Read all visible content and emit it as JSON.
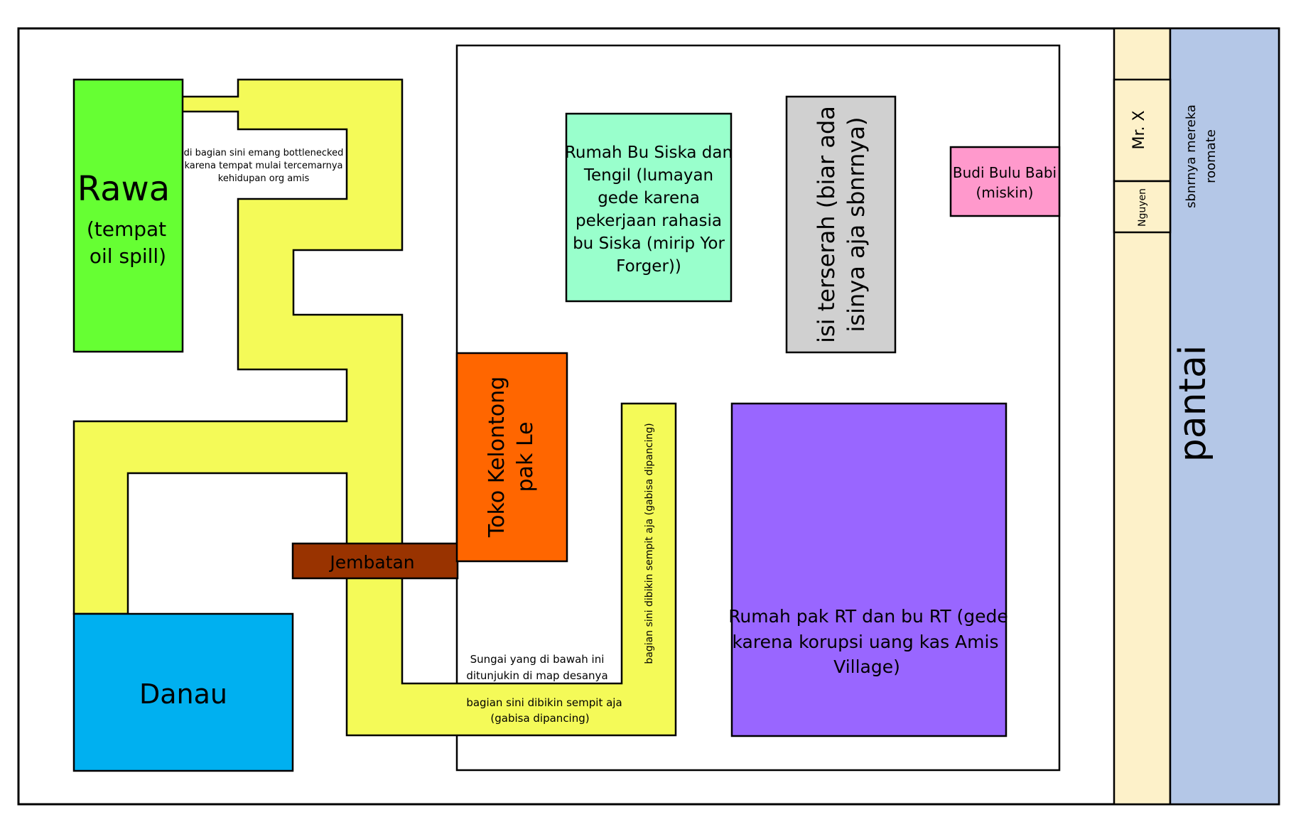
{
  "regions": {
    "rawa_title": "Rawa",
    "rawa_sub_1": "(tempat",
    "rawa_sub_2": "oil spill)",
    "danau": "Danau",
    "jembatan": "Jembatan",
    "toko_line_1": "Toko Kelontong",
    "toko_line_2": "pak Le",
    "siska_lines": [
      "Rumah Bu Siska dan",
      "Tengil (lumayan",
      "gede karena",
      "pekerjaan rahasia",
      "bu Siska (mirip Yor",
      "Forger))"
    ],
    "isi_line_1": "isi terserah (biar ada",
    "isi_line_2": "isinya aja sbnrnya)",
    "budi_line_1": "Budi Bulu Babi",
    "budi_line_2": "(miskin)",
    "rt_lines": [
      "Rumah pak RT dan bu RT (gede",
      "karena korupsi uang kas Amis",
      "Village)"
    ],
    "mr_x": "Mr. X",
    "nguyen": "Nguyen",
    "roommate_line_1": "sbnrnya mereka",
    "roommate_line_2": "roomate",
    "pantai": "pantai"
  },
  "notes": {
    "bottleneck_lines": [
      "di bagian sini emang bottlenecked",
      "karena tempat mulai tercemarnya",
      "kehidupan org amis"
    ],
    "sungai_lines": [
      "Sungai yang di bawah ini",
      "ditunjukin di map desanya"
    ],
    "sempit_bottom_lines": [
      "bagian sini dibikin sempit aja",
      "(gabisa dipancing)"
    ],
    "sempit_vertical": "bagian sini dibikin sempit aja (gabisa dipancing)"
  },
  "colors": {
    "river": "#f4fa58",
    "rawa": "#66ff33",
    "danau": "#00b0f0",
    "jembatan": "#993300",
    "toko": "#ff6600",
    "siska": "#99ffcc",
    "isi": "#d0d0d0",
    "budi": "#ff99cc",
    "rt": "#9966ff",
    "sand": "#fdf1c9",
    "pantai": "#b4c7e7"
  }
}
